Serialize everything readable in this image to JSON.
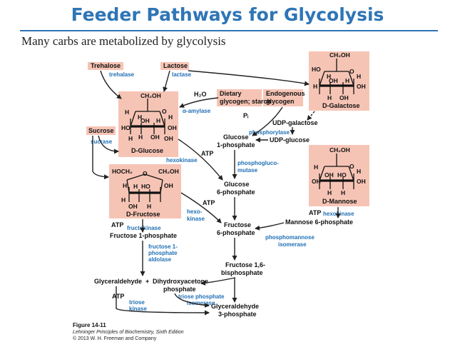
{
  "slide": {
    "title": "Feeder Pathways for Glycolysis",
    "subtitle": "Many carbs are metabolized by glycolysis"
  },
  "figure": {
    "nodes": {
      "trehalose": "Trehalose",
      "lactose": "Lactose",
      "dietary_1": "Dietary",
      "dietary_2": "glycogen; starch",
      "endogenous_1": "Endogenous",
      "endogenous_2": "glycogen",
      "sucrose": "Sucrose",
      "d_glucose": "D-Glucose",
      "d_fructose": "D-Fructose",
      "d_galactose": "D-Galactose",
      "d_mannose": "D-Mannose",
      "udp_galactose": "UDP-galactose",
      "udp_glucose": "UDP-glucose",
      "glc1p_1": "Glucose",
      "glc1p_2": "1-phosphate",
      "glc6p_1": "Glucose",
      "glc6p_2": "6-phosphate",
      "fru6p_1": "Fructose",
      "fru6p_2": "6-phosphate",
      "mannose6p": "Mannose 6-phosphate",
      "fru1p": "Fructose 1-phosphate",
      "fbp_1": "Fructose 1,6-",
      "fbp_2": "bisphosphate",
      "glyceraldehyde": "Glyceraldehyde",
      "plus": "+",
      "dhap_1": "Dihydroxyacetone",
      "dhap_2": "phosphate",
      "g3p_1": "Glyceraldehyde",
      "g3p_2": "3-phosphate"
    },
    "enzymes": {
      "trehalase": "trehalase",
      "lactase": "lactase",
      "amylase": "α-amylase",
      "h2o": "H₂O",
      "pi": "Pᵢ",
      "sucrase": "sucrase",
      "hexokinase1": "hexokinase",
      "atp1": "ATP",
      "phosphorylase": "phosphorylase",
      "pgm_1": "phosphogluco-",
      "pgm_2": "mutase",
      "atp2": "ATP",
      "hexo_1": "hexo-",
      "hexo_2": "kinase",
      "atp3": "ATP",
      "fructokinase": "fructokinase",
      "ald_1": "fructose 1-",
      "ald_2": "phosphate",
      "ald_3": "aldolase",
      "atp4": "ATP",
      "triose_1": "triose",
      "triose_2": "kinase",
      "tpi_1": "triose phosphate",
      "tpi_2": "isomerase",
      "atp5": "ATP",
      "hexokinase2": "hexokinase",
      "pmi_1": "phosphomannose",
      "pmi_2": "isomerase"
    },
    "atoms": {
      "ch2oh": "CH₂OH",
      "hoch2": "HOCH₂",
      "h": "H",
      "oh": "OH",
      "ho": "HO",
      "o": "O"
    },
    "caption": {
      "fig": "Figure 14-11",
      "book": "Lehninger Principles of Biochemistry, Sixth Edition",
      "copy": "© 2013 W. H. Freeman and Company"
    }
  }
}
